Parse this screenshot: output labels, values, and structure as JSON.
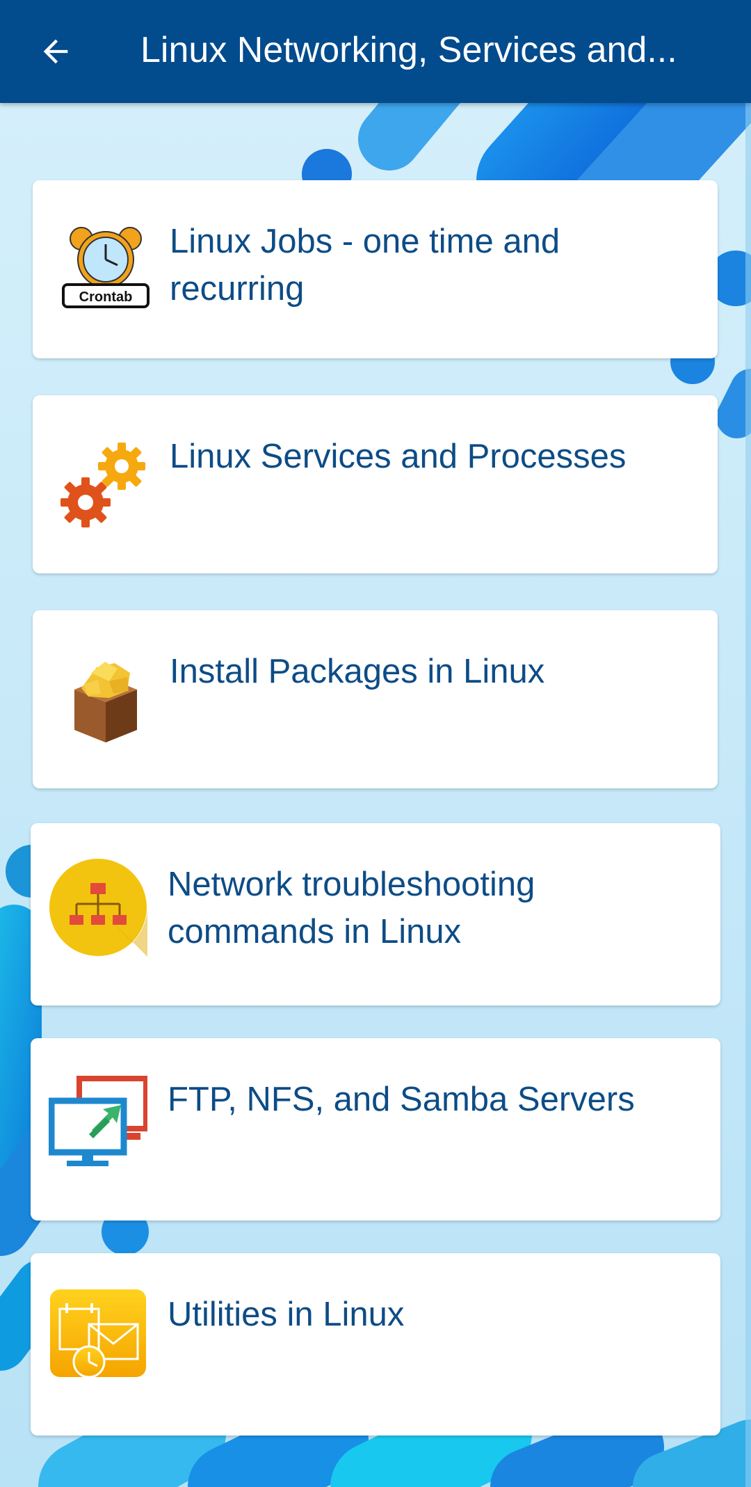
{
  "appbar": {
    "title": "Linux Networking, Services and...",
    "back_icon": "arrow-left-icon",
    "background": "#024b8d"
  },
  "items": [
    {
      "label": "Linux Jobs - one time and recurring",
      "icon": "crontab-alarm-clock-icon",
      "icon_text": "Crontab"
    },
    {
      "label": "Linux Services and Processes",
      "icon": "gears-icon"
    },
    {
      "label": "Install Packages in Linux",
      "icon": "package-box-icon"
    },
    {
      "label": "Network troubleshooting commands in Linux",
      "icon": "network-diagram-icon"
    },
    {
      "label": "FTP, NFS, and Samba Servers",
      "icon": "file-transfer-monitors-icon"
    },
    {
      "label": "Utilities in Linux",
      "icon": "calendar-mail-clock-icon"
    }
  ],
  "colors": {
    "text": "#0d4c86",
    "card": "#ffffff",
    "background": "#c4e8f8",
    "accent_blue": "#0a6fd8"
  }
}
